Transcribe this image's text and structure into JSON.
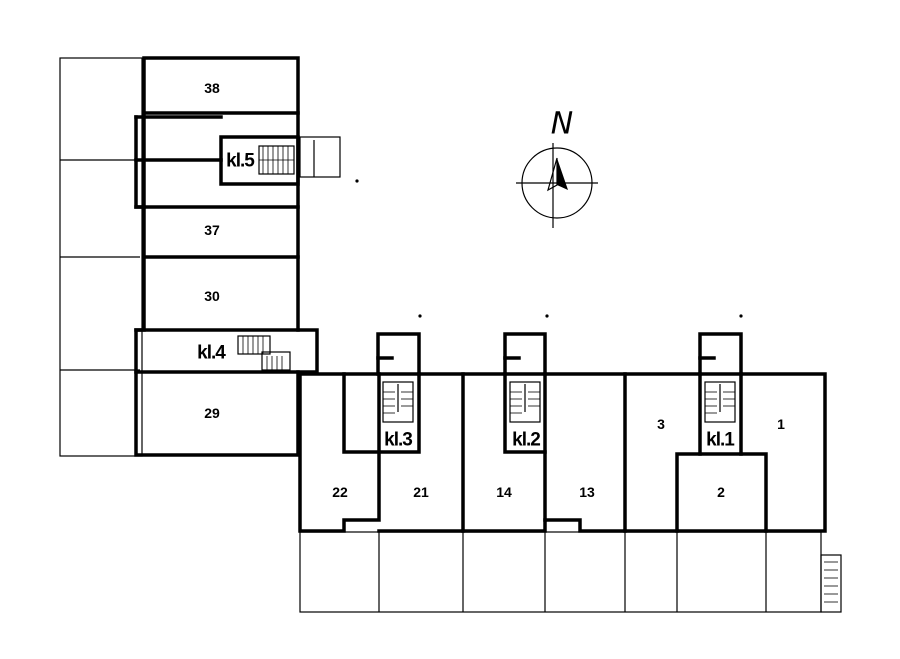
{
  "compass": {
    "label": "N"
  },
  "units": [
    {
      "id": "38",
      "label": "38"
    },
    {
      "id": "37",
      "label": "37"
    },
    {
      "id": "30",
      "label": "30"
    },
    {
      "id": "29",
      "label": "29"
    },
    {
      "id": "22",
      "label": "22"
    },
    {
      "id": "21",
      "label": "21"
    },
    {
      "id": "14",
      "label": "14"
    },
    {
      "id": "13",
      "label": "13"
    },
    {
      "id": "3",
      "label": "3"
    },
    {
      "id": "1",
      "label": "1"
    },
    {
      "id": "2",
      "label": "2"
    }
  ],
  "staircases": [
    {
      "id": "kl5",
      "label": "kl.5"
    },
    {
      "id": "kl4",
      "label": "kl.4"
    },
    {
      "id": "kl3",
      "label": "kl.3"
    },
    {
      "id": "kl2",
      "label": "kl.2"
    },
    {
      "id": "kl1",
      "label": "kl.1"
    }
  ]
}
